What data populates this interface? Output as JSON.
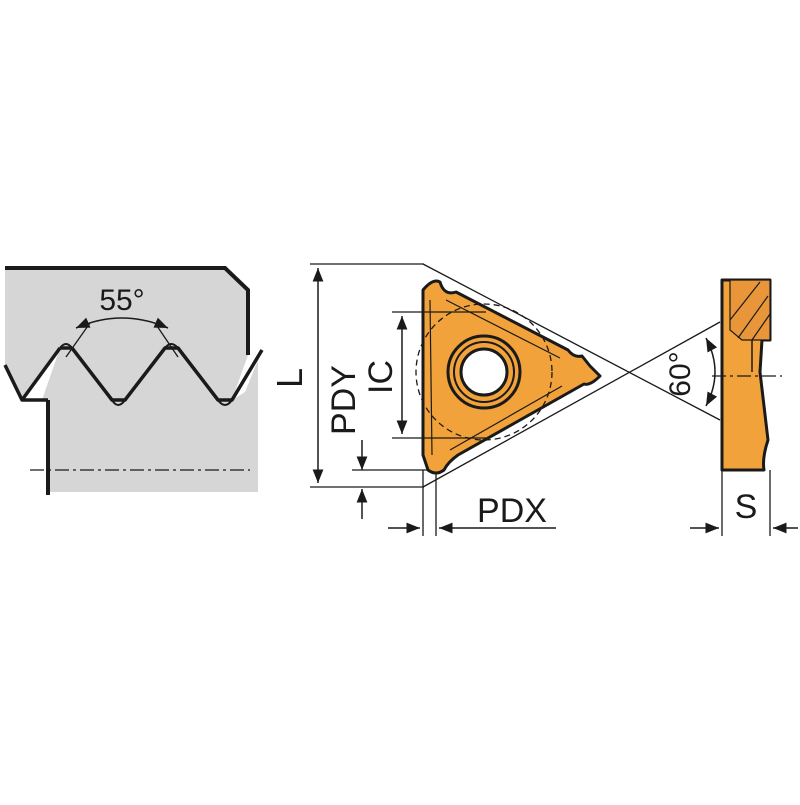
{
  "labels": {
    "thread_angle": "55°",
    "length": "L",
    "pdy": "PDY",
    "ic": "IC",
    "pdx": "PDX",
    "insert_angle": "60°",
    "thickness": "S"
  },
  "colors": {
    "insert_fill": "#f2a23a",
    "insert_stroke": "#1a1a1a",
    "workpiece_fill": "#d6d6d6",
    "line": "#1a1a1a"
  }
}
